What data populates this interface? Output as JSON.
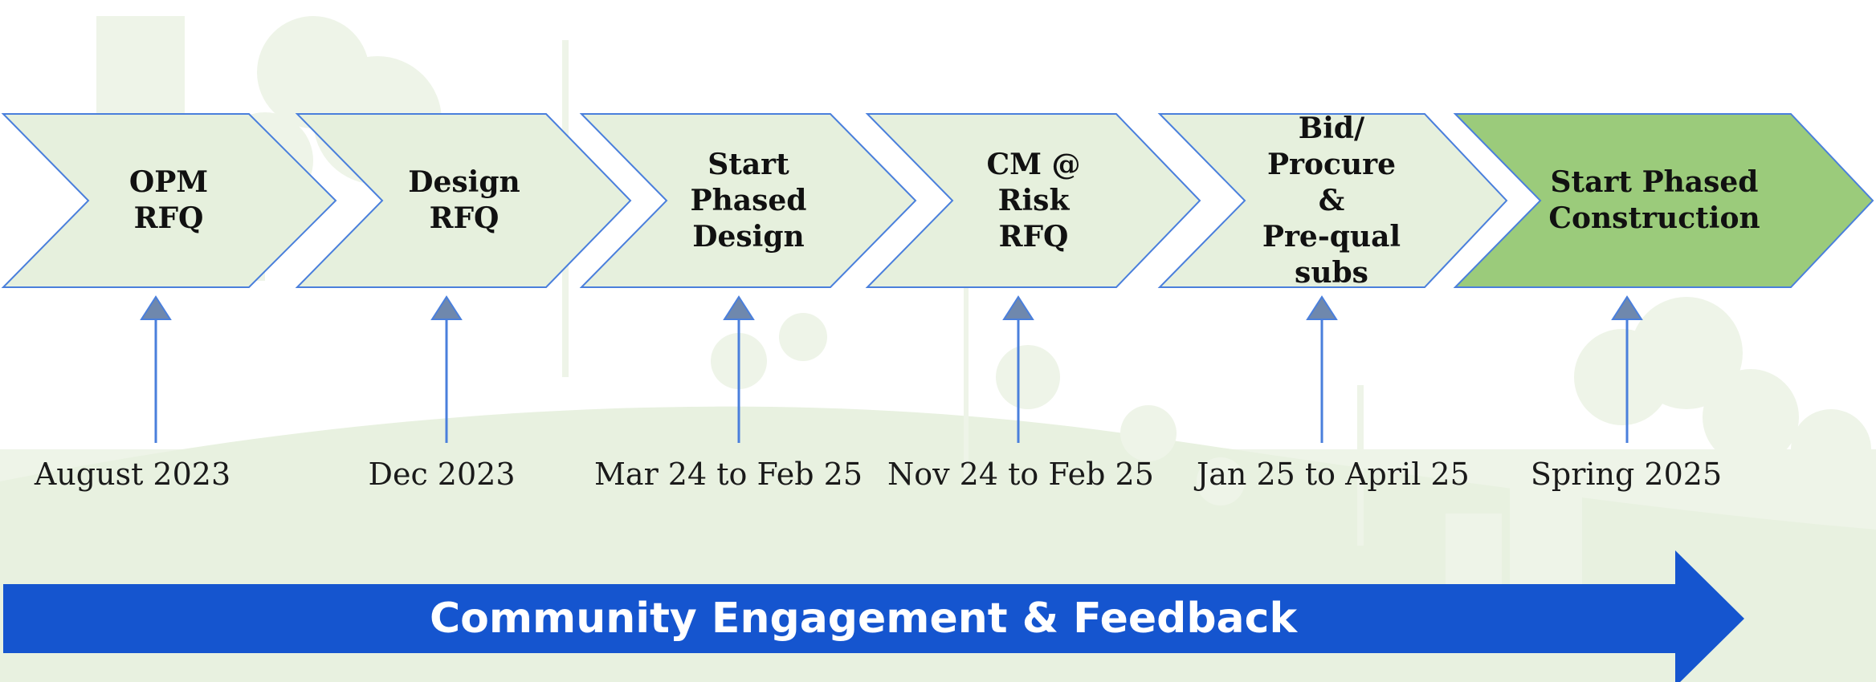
{
  "colors": {
    "chevron_fill": "#e6f0dd",
    "chevron_stroke": "#4a7fdc",
    "active_fill": "#9bcb7b",
    "arrow_fill": "#6f88ad",
    "banner": "#1555cf",
    "background_silhouette": "#eef4e8"
  },
  "steps": [
    {
      "label": "OPM\nRFQ",
      "date": "August 2023",
      "active": false
    },
    {
      "label": "Design\nRFQ",
      "date": "Dec 2023",
      "active": false
    },
    {
      "label": "Start\nPhased\nDesign",
      "date": "Mar 24 to Feb 25",
      "active": false
    },
    {
      "label": "CM @\nRisk\nRFQ",
      "date": "Nov 24 to Feb 25",
      "active": false
    },
    {
      "label": "Bid/\nProcure\n&\nPre-qual\nsubs",
      "date": "Jan 25 to April 25",
      "active": false
    },
    {
      "label": "Start Phased\nConstruction",
      "date": "Spring  2025",
      "active": true
    }
  ],
  "banner": {
    "text": "Community Engagement & Feedback"
  },
  "icons": [
    "up-arrow-icon",
    "city-silhouette-background"
  ]
}
